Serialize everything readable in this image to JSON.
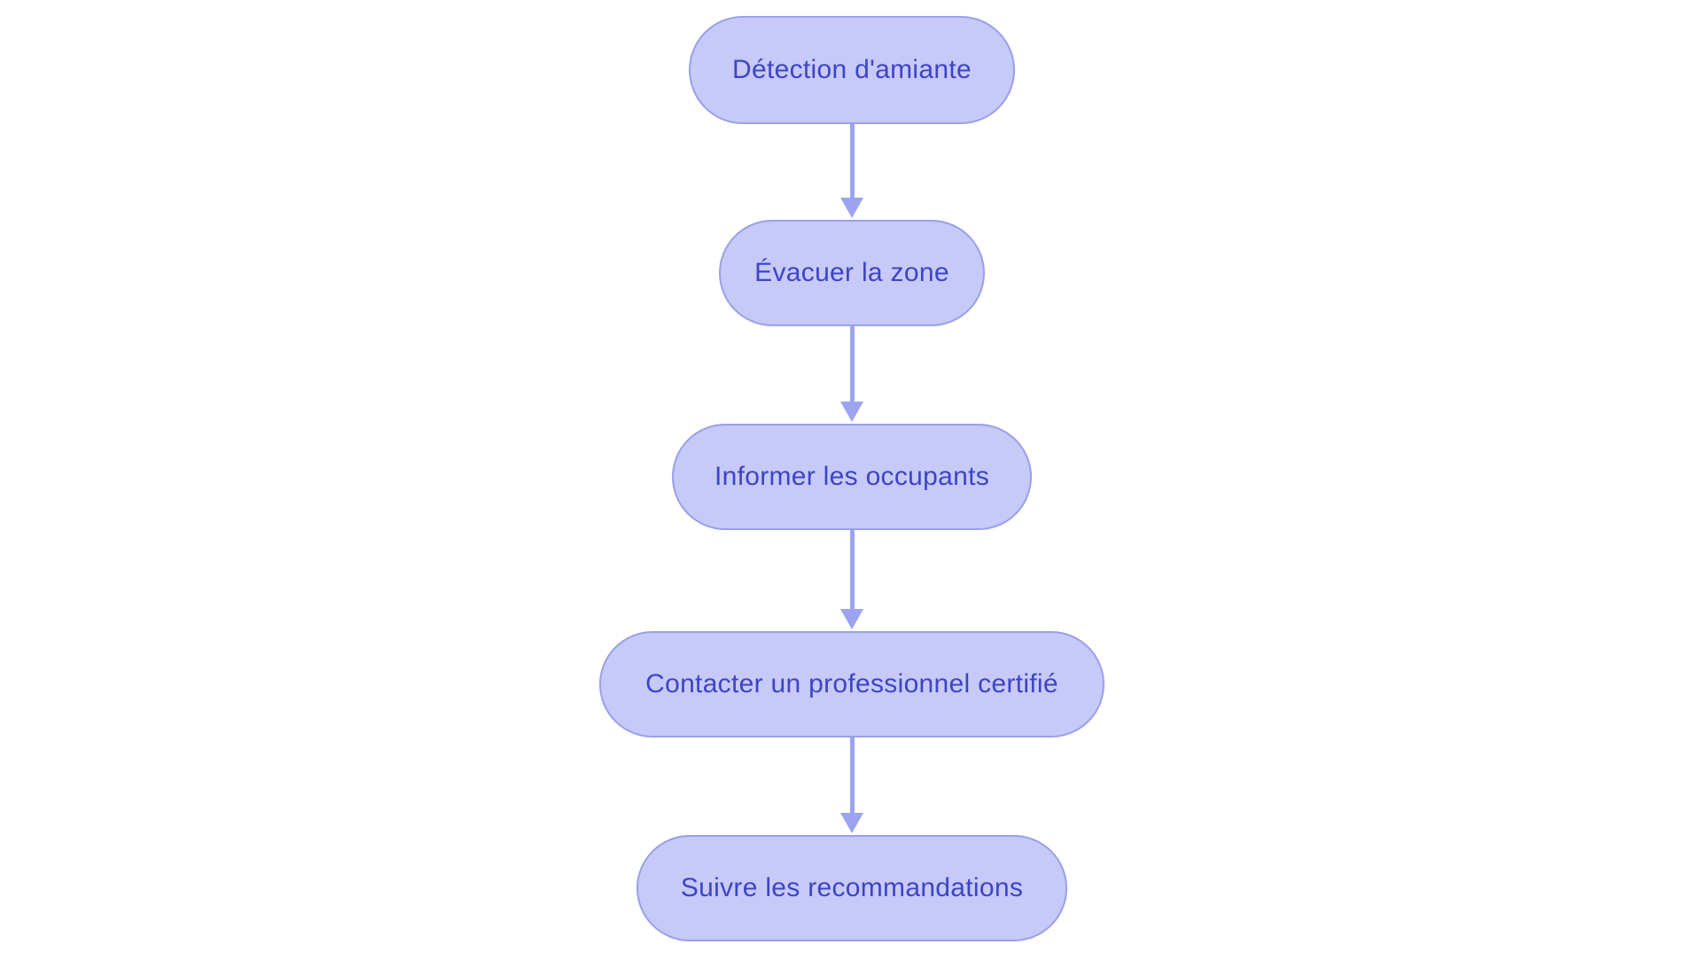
{
  "diagram": {
    "type": "flowchart",
    "direction": "top-down",
    "title": "",
    "nodes": [
      {
        "id": "n1",
        "label": "Détection d'amiante"
      },
      {
        "id": "n2",
        "label": "Évacuer la zone"
      },
      {
        "id": "n3",
        "label": "Informer les occupants"
      },
      {
        "id": "n4",
        "label": "Contacter un professionnel certifié"
      },
      {
        "id": "n5",
        "label": "Suivre les recommandations"
      }
    ],
    "edges": [
      {
        "from": "n1",
        "to": "n2"
      },
      {
        "from": "n2",
        "to": "n3"
      },
      {
        "from": "n3",
        "to": "n4"
      },
      {
        "from": "n4",
        "to": "n5"
      }
    ],
    "colors": {
      "node_fill": "#c7c9f8",
      "node_border": "#99a0e9",
      "node_text": "#3d45c6",
      "arrow": "#9ca3f1",
      "background": "#ffffff"
    }
  }
}
